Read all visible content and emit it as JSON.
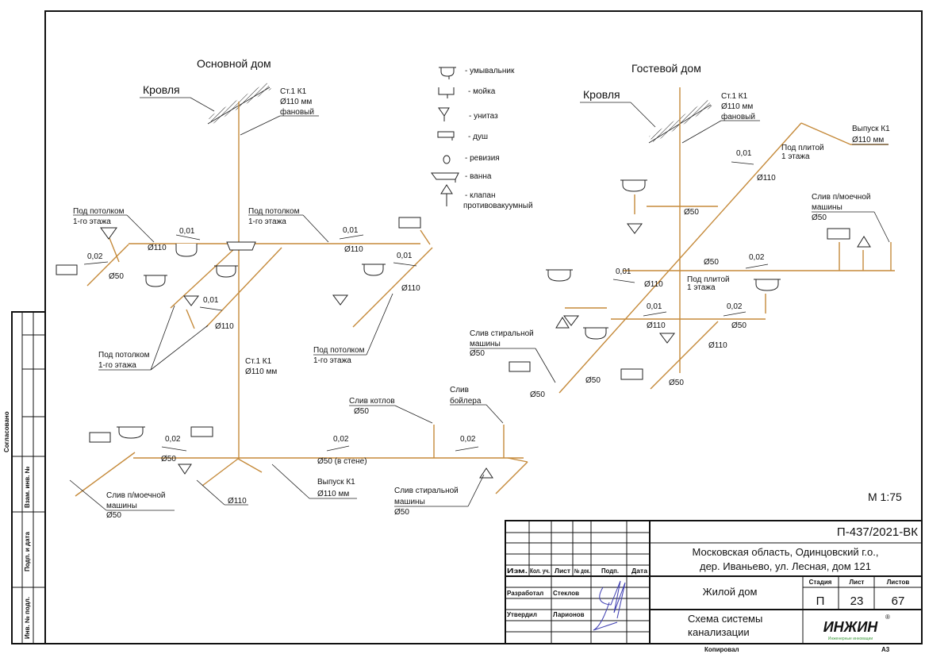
{
  "colors": {
    "pipe": "#c58a3a",
    "ink": "#111111",
    "signature": "#3b3bb0",
    "logo_text": "#111111",
    "logo_sub": "#3a9a3a"
  },
  "main_house": {
    "title": "Основной дом",
    "roof": "Кровля",
    "riser_name": "Ст.1  К1",
    "riser_diam": "Ø110 мм",
    "riser_type": "фановый"
  },
  "guest_house": {
    "title": "Гостевой дом",
    "roof": "Кровля",
    "riser_name": "Ст.1  К1",
    "riser_diam": "Ø110 мм",
    "riser_type": "фановый"
  },
  "legend": [
    {
      "icon": "washbasin-icon",
      "label": "- умывальник"
    },
    {
      "icon": "sink-icon",
      "label": "- мойка"
    },
    {
      "icon": "toilet-icon",
      "label": "- унитаз"
    },
    {
      "icon": "shower-icon",
      "label": "- душ"
    },
    {
      "icon": "revision-icon",
      "label": "- ревизия"
    },
    {
      "icon": "bathtub-icon",
      "label": "- ванна"
    },
    {
      "icon": "vacuum-valve-icon",
      "label": "- клапан",
      "label2": "противовакуумный"
    }
  ],
  "labels": [
    "Под потолком",
    "1-го этажа",
    "Под потолком",
    "1-го этажа",
    "0,01",
    "Ø110",
    "0,02",
    "Ø50",
    "0,01",
    "Ø110",
    "0,01",
    "Ø110",
    "0,01",
    "Ø110",
    "Под потолком",
    "1-го этажа",
    "Под потолком",
    "1-го этажа",
    "Ст.1  К1",
    "Ø110 мм",
    "Слив котлов",
    "Ø50",
    "Слив",
    "бойлера",
    "0,02",
    "Ø50",
    "0,02",
    "Ø50  (в стене)",
    "0,02",
    "Слив п/моечной",
    "машины",
    "Ø50",
    "Ø110",
    "Выпуск К1",
    "Ø110 мм",
    "Слив стиральной",
    "машины",
    "Ø50",
    "Выпуск К1",
    "Ø110 мм",
    "Под плитой",
    "1 этажа",
    "0,01",
    "Ø110",
    "Слив п/моечной",
    "машины",
    "Ø50",
    "Ø50",
    "Ø50",
    "0,02",
    "0,01",
    "Ø110",
    "Под плитой",
    "1 этажа",
    "0,01",
    "Ø110",
    "0,02",
    "Ø50",
    "Ø110",
    "Слив стиральной",
    "машины",
    "Ø50",
    "Ø50",
    "Ø50",
    "Ø50"
  ],
  "scale": "М 1:75",
  "side_stamp": {
    "agreed": "Согласовано",
    "replace_inv": "Взам. инв. №",
    "sign_date": "Подп. и дата",
    "inv_orig": "Инв. № подл."
  },
  "title_block": {
    "code": "П-437/2021-ВК",
    "address_line1": "Московская область, Одинцовский г.о.,",
    "address_line2": "дер. Иваньево, ул. Лесная, дом 121",
    "headers": [
      "Изм.",
      "Кол. уч.",
      "Лист",
      "№ док.",
      "Подп.",
      "Дата"
    ],
    "developed_label": "Разработал",
    "developed_name": "Стеклов",
    "approved_label": "Утвердил",
    "approved_name": "Ларионов",
    "object": "Жилой дом",
    "stage_label": "Стадия",
    "sheet_label": "Лист",
    "sheets_label": "Листов",
    "stage": "П",
    "sheet": "23",
    "sheets": "67",
    "drawing_title_line1": "Схема системы",
    "drawing_title_line2": "канализации",
    "logo": "ИНЖИН",
    "logo_sub": "Инженерные инновации",
    "copied": "Копировал",
    "format": "А3"
  }
}
